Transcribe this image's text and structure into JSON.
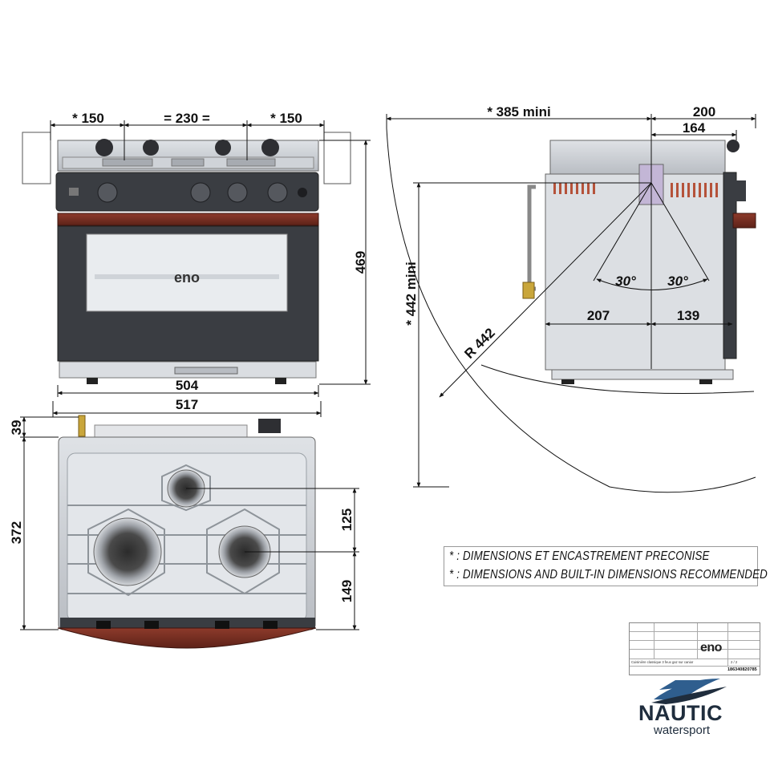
{
  "front_view": {
    "dim_left_burner": "* 150",
    "dim_center": "= 230 =",
    "dim_right_burner": "* 150",
    "dim_height": "469",
    "dim_inner_width": "504",
    "dim_outer_width": "517",
    "logo_text": "eno"
  },
  "side_view": {
    "dim_depth": "* 385  mini",
    "dim_top_right": "200",
    "dim_top_right_inner": "164",
    "dim_height_mini": "* 442  mini",
    "dim_radius": "R 442",
    "angle_left": "30°",
    "angle_right": "30°",
    "dim_left_pivot": "207",
    "dim_right_pivot": "139"
  },
  "top_view": {
    "dim_top_offset": "39",
    "dim_depth": "372",
    "dim_burner_spacing": "125",
    "dim_front_burner": "149"
  },
  "notes": {
    "line_fr": "* : DIMENSIONS ET ENCASTREMENT PRECONISE",
    "line_en": "* : DIMENSIONS AND BUILT-IN DIMENSIONS RECOMMENDED"
  },
  "title_block": {
    "logo": "eno",
    "product": "Cuisinière classique 3 feux gaz sur caniar",
    "page": "2 / 2",
    "reference": "186340820785"
  },
  "brand": {
    "name": "NAUTIC",
    "tagline": "watersport"
  },
  "colors": {
    "panel_dark": "#3a3d42",
    "wood_trim": "#7a2e22",
    "steel": "#c9ccd1",
    "glass": "#e9ecef",
    "line": "#111111",
    "brand_navy": "#1f2d3d",
    "brand_blue": "#2f5e8e"
  }
}
